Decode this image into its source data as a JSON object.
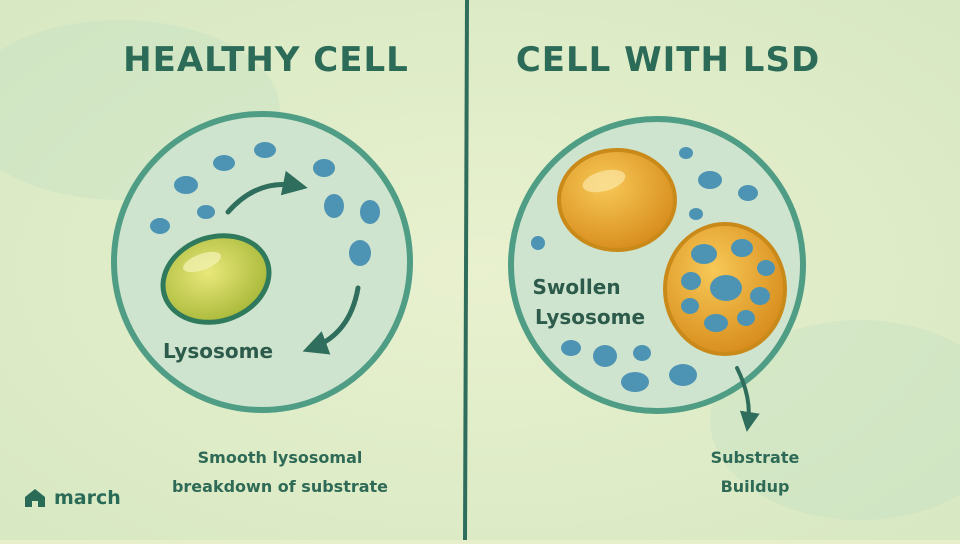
{
  "left_panel": {
    "title": "HEALTHY CELL",
    "organelle_label": "Lysosome",
    "caption_lines": [
      "Smooth lysosomal",
      "breakdown of substrate"
    ]
  },
  "right_panel": {
    "title": "CELL WITH LSD",
    "organelle_label_lines": [
      "Swollen",
      "Lysosome"
    ],
    "caption_lines": [
      "Substrate",
      "Buildup"
    ]
  },
  "brand": {
    "name": "march",
    "icon": "house-icon"
  },
  "colors": {
    "background": "#e6efc9",
    "cell_fill": "#cfe4cf",
    "cell_stroke": "#4f9d84",
    "divider": "#2f6e5c",
    "healthy_lysosome": "#c6cf4a",
    "swollen_lysosome": "#e8a92c",
    "substrate_blob": "#4d94b4",
    "text": "#2b6b57"
  }
}
